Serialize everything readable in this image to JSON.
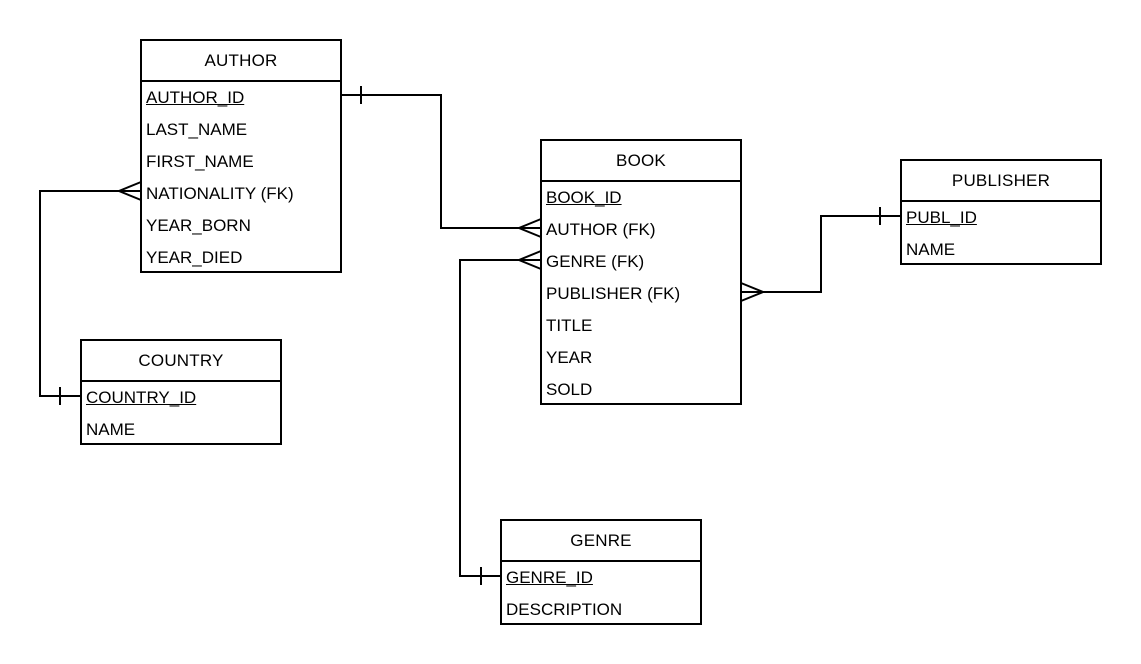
{
  "entities": {
    "author": {
      "name": "AUTHOR",
      "attributes": [
        {
          "label": "AUTHOR_ID",
          "pk": true
        },
        {
          "label": "LAST_NAME",
          "pk": false
        },
        {
          "label": "FIRST_NAME",
          "pk": false
        },
        {
          "label": "NATIONALITY (FK)",
          "pk": false
        },
        {
          "label": "YEAR_BORN",
          "pk": false
        },
        {
          "label": "YEAR_DIED",
          "pk": false
        }
      ]
    },
    "country": {
      "name": "COUNTRY",
      "attributes": [
        {
          "label": "COUNTRY_ID",
          "pk": true
        },
        {
          "label": "NAME",
          "pk": false
        }
      ]
    },
    "book": {
      "name": "BOOK",
      "attributes": [
        {
          "label": "BOOK_ID",
          "pk": true
        },
        {
          "label": "AUTHOR (FK)",
          "pk": false
        },
        {
          "label": "GENRE (FK)",
          "pk": false
        },
        {
          "label": "PUBLISHER (FK)",
          "pk": false
        },
        {
          "label": "TITLE",
          "pk": false
        },
        {
          "label": "YEAR",
          "pk": false
        },
        {
          "label": "SOLD",
          "pk": false
        }
      ]
    },
    "publisher": {
      "name": "PUBLISHER",
      "attributes": [
        {
          "label": "PUBL_ID",
          "pk": true
        },
        {
          "label": "NAME",
          "pk": false
        }
      ]
    },
    "genre": {
      "name": "GENRE",
      "attributes": [
        {
          "label": "GENRE_ID",
          "pk": true
        },
        {
          "label": "DESCRIPTION",
          "pk": false
        }
      ]
    }
  },
  "relationships": [
    {
      "from": "author.AUTHOR_ID",
      "from_end": "one",
      "to": "book.AUTHOR (FK)",
      "to_end": "many"
    },
    {
      "from": "country.COUNTRY_ID",
      "from_end": "one",
      "to": "author.NATIONALITY (FK)",
      "to_end": "many"
    },
    {
      "from": "genre.GENRE_ID",
      "from_end": "one",
      "to": "book.GENRE (FK)",
      "to_end": "many"
    },
    {
      "from": "publisher.PUBL_ID",
      "from_end": "one",
      "to": "book.PUBLISHER (FK)",
      "to_end": "many"
    }
  ],
  "colors": {
    "line": "#000000",
    "background": "#ffffff"
  }
}
